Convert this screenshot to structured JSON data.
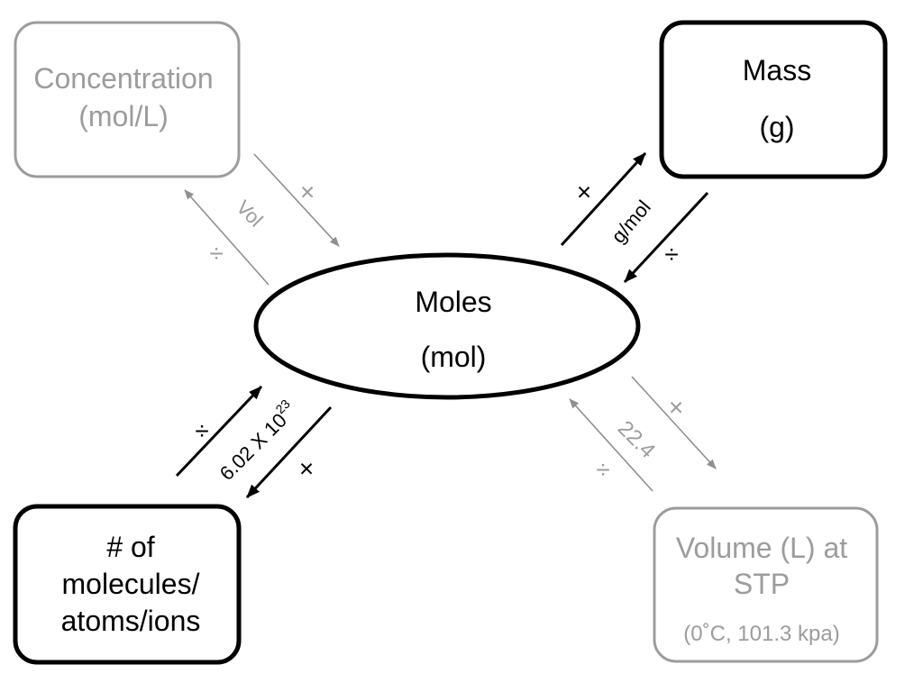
{
  "diagram": {
    "center": {
      "title": "Moles",
      "unit": "(mol)"
    },
    "nodes": {
      "concentration": {
        "lines": [
          "Concentration",
          "(mol/L)"
        ]
      },
      "mass": {
        "lines": [
          "Mass",
          "(g)"
        ]
      },
      "particles": {
        "lines": [
          "# of",
          "molecules/",
          "atoms/ions"
        ]
      },
      "volume": {
        "lines": [
          "Volume (L) at",
          "STP"
        ],
        "note": "(0˚C, 101.3 kpa)"
      }
    },
    "conversions": {
      "concentration": {
        "factor": "Vol",
        "to_moles": "×",
        "from_moles": "÷"
      },
      "mass": {
        "factor": "g/mol",
        "from_moles": "×",
        "to_moles": "÷"
      },
      "particles": {
        "factor": "6.02 X 10",
        "factor_exponent": "23",
        "to_moles": "÷",
        "from_moles": "×"
      },
      "volume": {
        "factor": "22.4",
        "from_moles": "×",
        "to_moles": "÷"
      }
    }
  },
  "colors": {
    "primary": "#000000",
    "muted": "#9c9c9c",
    "background": "#ffffff"
  }
}
